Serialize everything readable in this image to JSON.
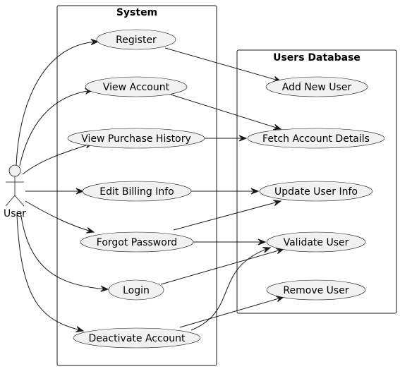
{
  "actor": {
    "label": "User"
  },
  "packages": {
    "system": {
      "title": "System"
    },
    "db": {
      "title": "Users Database"
    }
  },
  "usecases": {
    "register": "Register",
    "view_account": "View Account",
    "view_purchase_history": "View Purchase History",
    "edit_billing_info": "Edit Billing Info",
    "forgot_password": "Forgot Password",
    "login": "Login",
    "deactivate_account": "Deactivate Account",
    "add_new_user": "Add New User",
    "fetch_account_details": "Fetch Account Details",
    "update_user_info": "Update User Info",
    "validate_user": "Validate User",
    "remove_user": "Remove User"
  },
  "edges": [
    [
      "user",
      "register"
    ],
    [
      "user",
      "view_account"
    ],
    [
      "user",
      "view_purchase_history"
    ],
    [
      "user",
      "edit_billing_info"
    ],
    [
      "user",
      "forgot_password"
    ],
    [
      "user",
      "login"
    ],
    [
      "user",
      "deactivate_account"
    ],
    [
      "register",
      "add_new_user"
    ],
    [
      "view_account",
      "fetch_account_details"
    ],
    [
      "view_purchase_history",
      "fetch_account_details"
    ],
    [
      "edit_billing_info",
      "update_user_info"
    ],
    [
      "forgot_password",
      "update_user_info"
    ],
    [
      "forgot_password",
      "validate_user"
    ],
    [
      "login",
      "validate_user"
    ],
    [
      "deactivate_account",
      "validate_user"
    ],
    [
      "deactivate_account",
      "remove_user"
    ]
  ]
}
